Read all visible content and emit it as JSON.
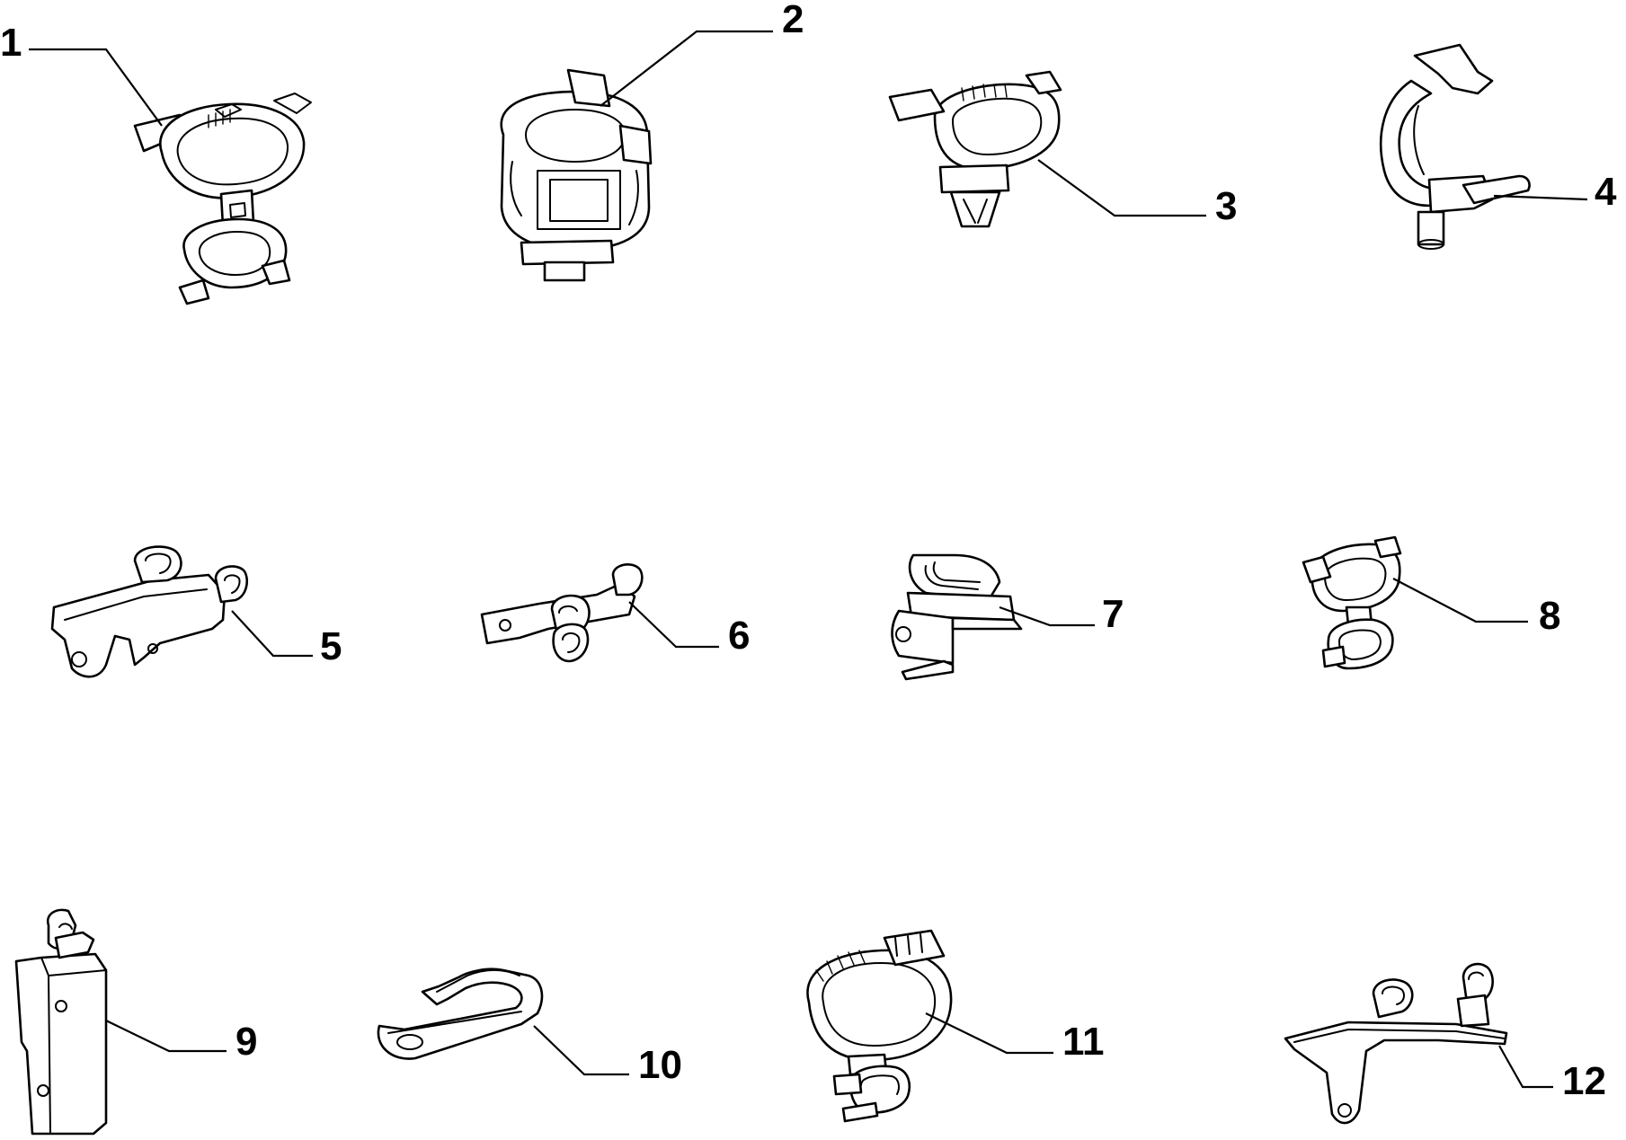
{
  "diagram": {
    "callouts": [
      {
        "id": 1,
        "label": "1"
      },
      {
        "id": 2,
        "label": "2"
      },
      {
        "id": 3,
        "label": "3"
      },
      {
        "id": 4,
        "label": "4"
      },
      {
        "id": 5,
        "label": "5"
      },
      {
        "id": 6,
        "label": "6"
      },
      {
        "id": 7,
        "label": "7"
      },
      {
        "id": 8,
        "label": "8"
      },
      {
        "id": 9,
        "label": "9"
      },
      {
        "id": 10,
        "label": "10"
      },
      {
        "id": 11,
        "label": "11"
      },
      {
        "id": 12,
        "label": "12"
      }
    ]
  }
}
